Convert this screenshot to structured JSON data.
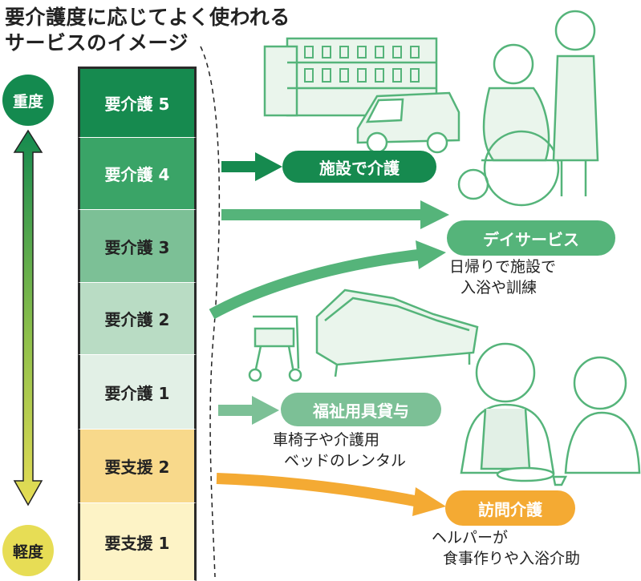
{
  "title": {
    "line1": "要介護度に応じてよく使われる",
    "line2": "サービスのイメージ"
  },
  "scale": {
    "heavy": "重度",
    "light": "軽度"
  },
  "levels": [
    {
      "label": "要介護 5"
    },
    {
      "label": "要介護 4"
    },
    {
      "label": "要介護 3"
    },
    {
      "label": "要介護 2"
    },
    {
      "label": "要介護 1"
    },
    {
      "label": "要支援 2"
    },
    {
      "label": "要支援 1"
    }
  ],
  "services": {
    "facility": {
      "label": "施設で介護"
    },
    "day": {
      "label": "デイサービス",
      "note1": "日帰りで施設で",
      "note2": "入浴や訓練"
    },
    "rental": {
      "label": "福祉用具貸与",
      "note1": "車椅子や介護用",
      "note2": "ベッドのレンタル"
    },
    "visit": {
      "label": "訪問介護",
      "note1": "ヘルパーが",
      "note2": "食事作りや入浴介助"
    }
  },
  "colors": {
    "level5": "#168a4f",
    "level4": "#3aa467",
    "level3": "#7cc096",
    "level2": "#b9dcc4",
    "level1": "#e2f0e6",
    "support2": "#f8d98b",
    "support1": "#fdf3c6",
    "green_dark": "#148a4f",
    "green_mid": "#55b47a",
    "orange": "#f4aa33",
    "yellow": "#e7dd55"
  }
}
